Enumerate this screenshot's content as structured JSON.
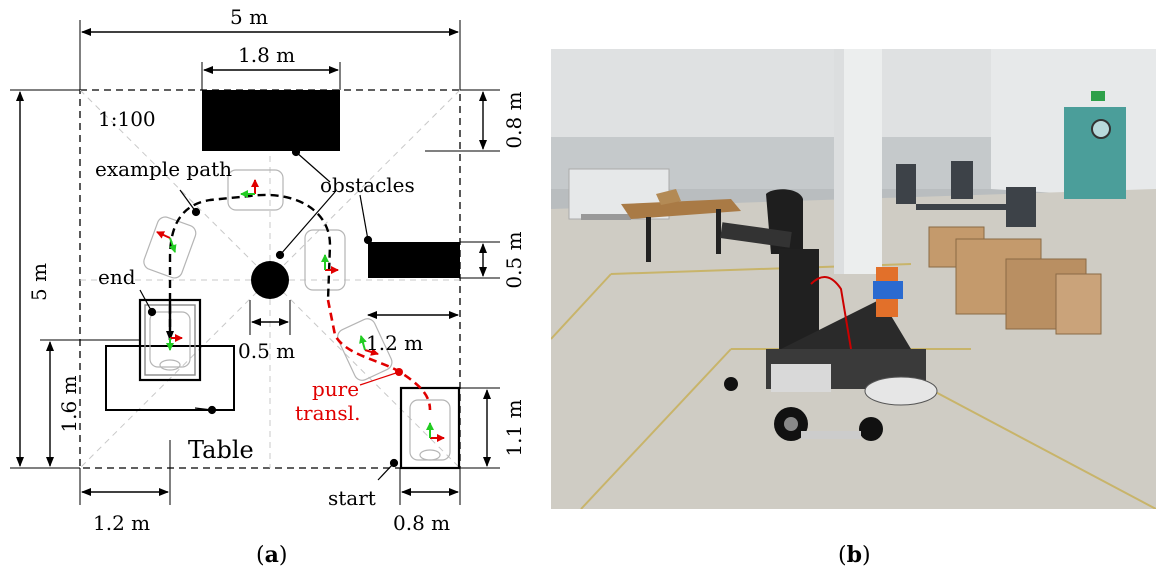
{
  "diagram": {
    "dim_top": "5 m",
    "dim_obstacle_top": "1.8 m",
    "dim_obstacle_top_height": "0.8 m",
    "dim_left": "5 m",
    "dim_obstacle_right": "0.5 m",
    "dim_obstacle_right_width": "1.2 m",
    "dim_circle": "0.5 m",
    "dim_table_height": "1.6 m",
    "dim_table_width": "1.2 m",
    "dim_start_height": "1.1 m",
    "dim_start_width": "0.8 m",
    "scale": "1:100",
    "label_example_path": "example path",
    "label_obstacles": "obstacles",
    "label_end": "end",
    "label_table": "Table",
    "label_start": "start",
    "label_pure_line1": "pure",
    "label_pure_line2": "transl.",
    "colors": {
      "path_red": "#e00000",
      "axis_green": "#22cc22",
      "obstacle": "#000000"
    }
  },
  "captions": {
    "a": "a",
    "b": "b"
  },
  "photo": {
    "subject": "powered wheelchair in empty hall with table and boxes"
  }
}
